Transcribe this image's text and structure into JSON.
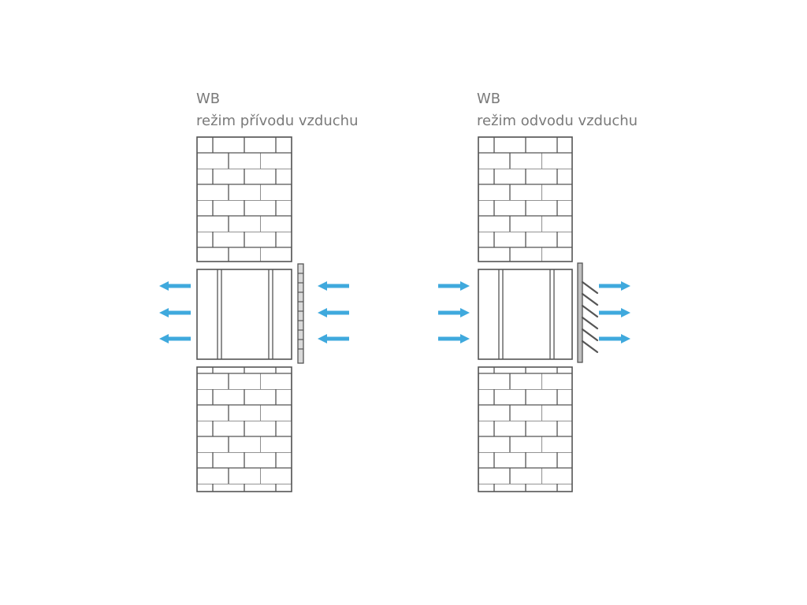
{
  "panels": [
    {
      "title": "WB",
      "mode": "režim přívodu vzduchu",
      "airflow": "inward",
      "louver": "closed-grille"
    },
    {
      "title": "WB",
      "mode": "režim odvodu vzduchu",
      "airflow": "outward",
      "louver": "open-shutters"
    }
  ],
  "colors": {
    "arrow": "#3fa9dd",
    "line": "#555555",
    "caption": "#7a7a7a"
  }
}
